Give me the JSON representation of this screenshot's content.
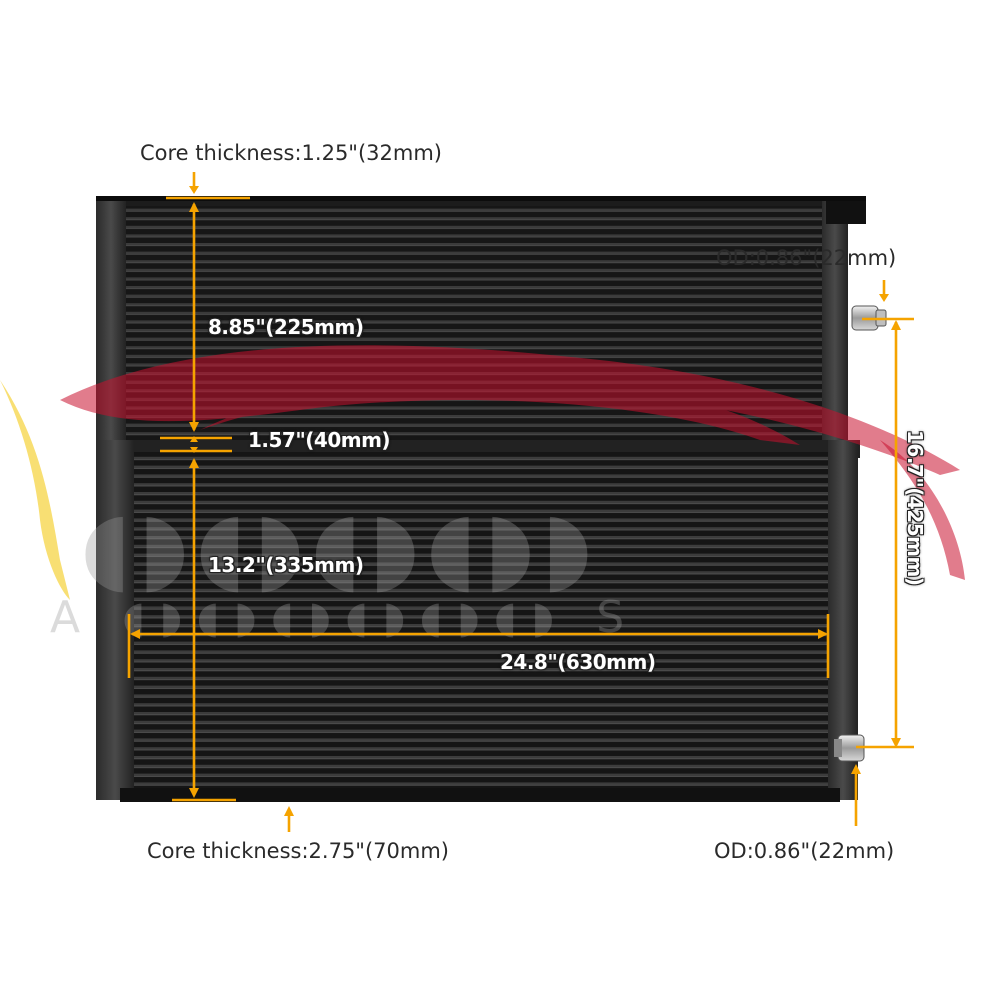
{
  "labels": {
    "core_top": "Core thickness:1.25\"(32mm)",
    "core_bottom": "Core thickness:2.75\"(70mm)",
    "od_top": "OD:0.86\"(22mm)",
    "od_bottom": "OD:0.86\"(22mm)",
    "dim_upper": "8.85\"(225mm)",
    "dim_gap": "1.57\"(40mm)",
    "dim_lower": "13.2\"(335mm)",
    "dim_width": "24.8\"(630mm)",
    "dim_height": "16.7\"(425mm)"
  },
  "colors": {
    "arrow": "#f5a300",
    "radiator": "#1a1a1a",
    "watermark_red": "#c8102e",
    "watermark_yellow": "#f2c400"
  }
}
